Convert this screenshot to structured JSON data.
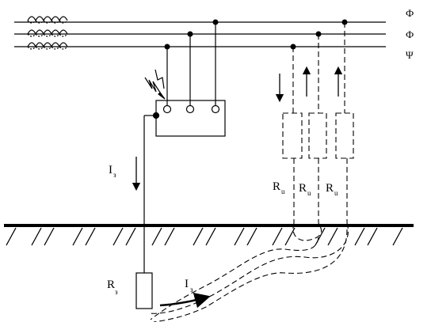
{
  "phases": {
    "l1": "Ф",
    "l2": "Ф",
    "l3": "Ψ"
  },
  "labels": {
    "ground_current_main": "I",
    "ground_current_sub": "з",
    "insulation_res_main": "R",
    "insulation_res_sub": "u",
    "ground_res_main": "R",
    "ground_res_sub": "з"
  },
  "colors": {
    "line": "#000000",
    "background": "#ffffff"
  },
  "icons": {
    "fault": "lightning-spark-icon",
    "coil": "transformer-coil-icon"
  }
}
